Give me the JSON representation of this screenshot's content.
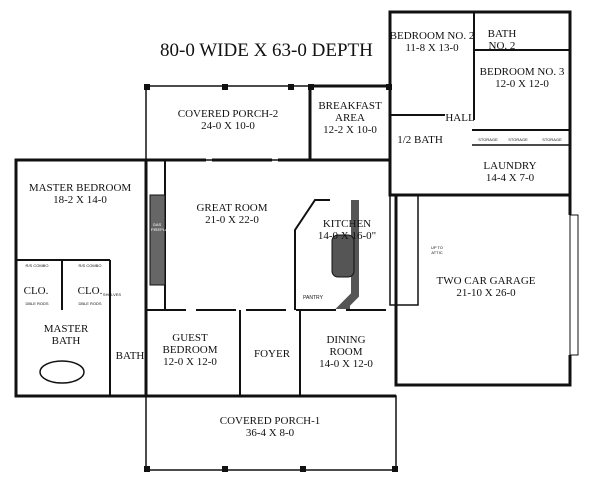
{
  "title": "80-0 WIDE X 63-0 DEPTH",
  "rooms": {
    "covered_porch_2": {
      "name": "COVERED PORCH-2",
      "size": "24-0 X 10-0"
    },
    "breakfast": {
      "name": "BREAKFAST AREA",
      "size": "12-2 X 10-0"
    },
    "bedroom_2": {
      "name": "BEDROOM NO. 2",
      "size": "11-8 X 13-0"
    },
    "bath_2": {
      "name": "BATH NO. 2"
    },
    "bedroom_3": {
      "name": "BEDROOM NO. 3",
      "size": "12-0 X 12-0"
    },
    "hall": {
      "name": "HALL"
    },
    "half_bath": {
      "name": "1/2 BATH"
    },
    "storage": [
      "STORAGE",
      "STORAGE",
      "STORAGE"
    ],
    "laundry": {
      "name": "LAUNDRY",
      "size": "14-4 X 7-0"
    },
    "master_bedroom": {
      "name": "MASTER BEDROOM",
      "size": "18-2 X 14-0"
    },
    "great_room": {
      "name": "GREAT ROOM",
      "size": "21-0 X 22-0"
    },
    "fireplace": "GAS FIREPLACE",
    "kitchen": {
      "name": "KITCHEN",
      "size": "14-0 X 16-0\""
    },
    "pantry": "PANTRY",
    "attic": "UP TO ATTIC",
    "garage": {
      "name": "TWO CAR GARAGE",
      "size": "21-10 X 26-0"
    },
    "closet_left": {
      "name": "CLO.",
      "combo": "R/S COMBO",
      "rods": "DBLE RODS"
    },
    "closet_right": {
      "name": "CLO.",
      "combo": "R/S COMBO",
      "rods": "DBLE RODS"
    },
    "shelves": "SHELVES",
    "master_bath": {
      "name": "MASTER BATH"
    },
    "bath": {
      "name": "BATH"
    },
    "guest_bedroom": {
      "name": "GUEST BEDROOM",
      "size": "12-0 X 12-0"
    },
    "foyer": {
      "name": "FOYER"
    },
    "dining": {
      "name": "DINING ROOM",
      "size": "14-0 X 12-0"
    },
    "covered_porch_1": {
      "name": "COVERED PORCH-1",
      "size": "36-4 X 8-0"
    }
  }
}
